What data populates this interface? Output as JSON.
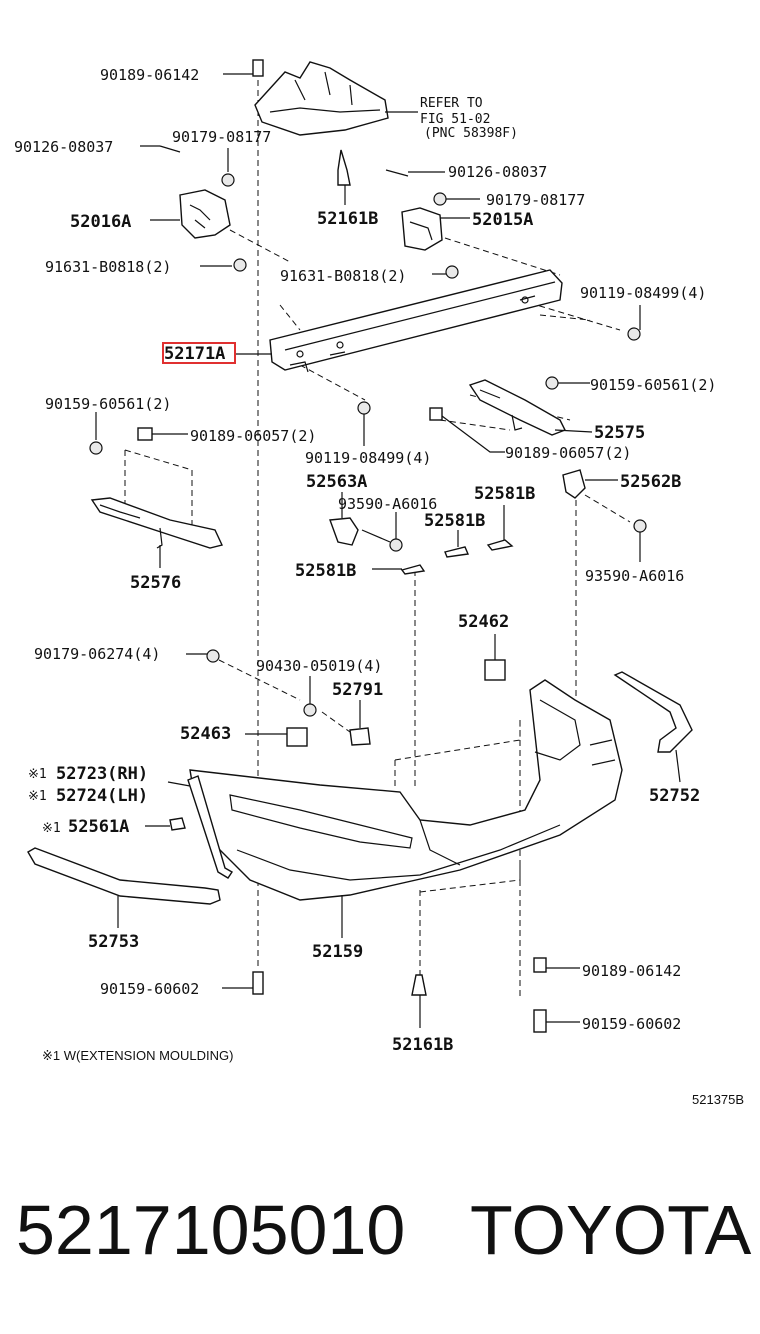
{
  "labels": {
    "p90189_06142_top": "90189-06142",
    "p90126_08037_l": "90126-08037",
    "p90179_08177_l": "90179-08177",
    "refer_1": "REFER TO",
    "refer_2": "FIG 51-02",
    "refer_3": "(PNC 58398F)",
    "p52016A": "52016A",
    "p52161B_top": "52161B",
    "p90126_08037_r": "90126-08037",
    "p90179_08177_r": "90179-08177",
    "p52015A": "52015A",
    "p91631_l": "91631-B0818(2)",
    "p91631_r": "91631-B0818(2)",
    "p90119_r": "90119-08499(4)",
    "p52171A": "52171A",
    "p90159_60561_l": "90159-60561(2)",
    "p90159_60561_r": "90159-60561(2)",
    "p90189_06057_l": "90189-06057(2)",
    "p52575": "52575",
    "p90119_c": "90119-08499(4)",
    "p90189_06057_r": "90189-06057(2)",
    "p52563A": "52563A",
    "p52581B_1": "52581B",
    "p52562B": "52562B",
    "p93590_l": "93590-A6016",
    "p52581B_2": "52581B",
    "p52576": "52576",
    "p52581B_3": "52581B",
    "p93590_r": "93590-A6016",
    "p52462": "52462",
    "p90179_06274": "90179-06274(4)",
    "p90430": "90430-05019(4)",
    "p52791": "52791",
    "p52463": "52463",
    "p52723_mark": "※1",
    "p52723": "52723(RH)",
    "p52724_mark": "※1",
    "p52724": "52724(LH)",
    "p52561A_mark": "※1",
    "p52561A": "52561A",
    "p52752": "52752",
    "p52753": "52753",
    "p52159": "52159",
    "p90189_06142_b": "90189-06142",
    "p90159_60602_l": "90159-60602",
    "p90159_60602_r": "90159-60602",
    "p52161B_bot": "52161B",
    "note": "※1 W(EXTENSION MOULDING)",
    "fig_no": "521375B"
  },
  "highlight_color": "#e03030",
  "footer": {
    "part_number": "5217105010",
    "brand": "TOYOTA"
  }
}
